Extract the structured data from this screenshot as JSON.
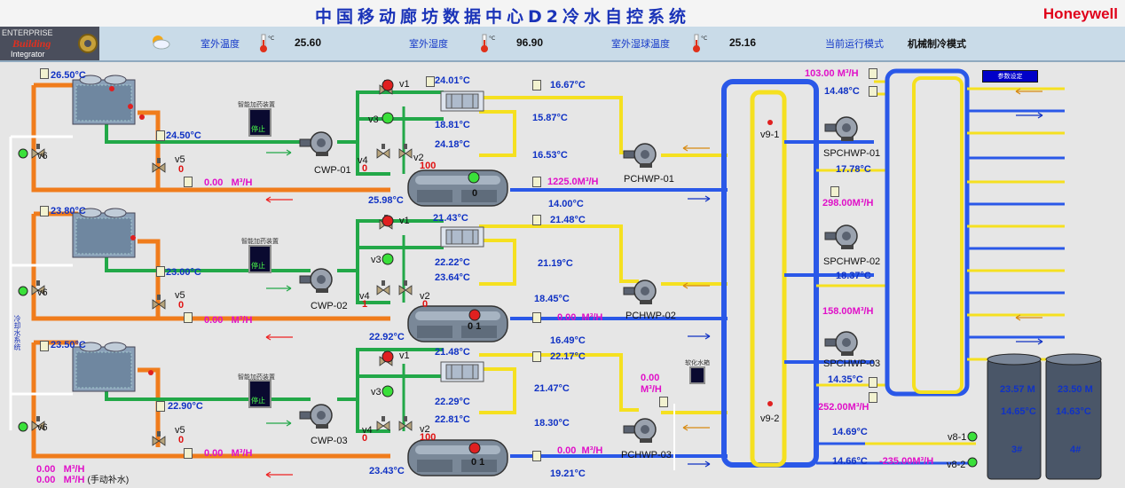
{
  "header": {
    "title": "中国移动廊坊数据中心D2冷水自控系统",
    "brand": "Honeywell",
    "logo": {
      "line1": "ENTERPRISE",
      "line2": "Building",
      "line3": "Integrator"
    }
  },
  "infobar": {
    "outdoor_temp_label": "室外温度",
    "outdoor_temp": "25.60",
    "outdoor_humidity_label": "室外湿度",
    "outdoor_humidity": "96.90",
    "wet_bulb_label": "室外湿球温度",
    "wet_bulb": "25.16",
    "mode_label": "当前运行模式",
    "mode": "机械制冷模式",
    "unit_c": "°C"
  },
  "units": {
    "degC": "°C",
    "flow": "M³/H",
    "C_short": "°C"
  },
  "chillers": [
    {
      "tower_temp": "26.50",
      "cw_supply_temp": "24.50",
      "v5_state": "0",
      "cw_flow": "0.00",
      "v3_label": "v3",
      "v1_label": "v1",
      "v2_label": "v2",
      "v4_label": "v4",
      "v5_label": "v5",
      "v6_label": "v6",
      "v1_temp": "24.01",
      "v3_temp": "18.81",
      "v2_temp": "24.18",
      "v4_state": "0",
      "v2_state": "100",
      "chiller_state": "0",
      "cw_return_temp": "25.98",
      "chw_temp_1": "16.67",
      "chw_temp_2": "15.87",
      "chw_temp_3": "16.53",
      "chw_flow": "1225.0",
      "chw_return_temp": "14.00",
      "pump": "CWP-01",
      "chw_pump": "PCHWP-01",
      "ctrl_label": "智能加药装置",
      "ctrl_state": "停止"
    },
    {
      "tower_temp": "23.80",
      "cw_supply_temp": "23.00",
      "v5_state": "0",
      "cw_flow": "0.00",
      "v3_label": "v3",
      "v1_label": "v1",
      "v2_label": "v2",
      "v4_label": "v4",
      "v5_label": "v5",
      "v6_label": "v6",
      "v1_temp": "21.43",
      "v3_temp": "22.22",
      "v2_temp": "23.64",
      "v4_state": "1",
      "v2_state": "0",
      "chiller_state": "0 1",
      "cw_return_temp": "22.92",
      "chw_temp_1": "21.48",
      "chw_temp_2": "21.19",
      "chw_temp_3": "18.45",
      "chw_flow": "0.00",
      "chw_return_temp": "16.49",
      "pump": "CWP-02",
      "chw_pump": "PCHWP-02",
      "ctrl_label": "智能加药装置",
      "ctrl_state": "停止"
    },
    {
      "tower_temp": "23.50",
      "cw_supply_temp": "22.90",
      "v5_state": "0",
      "cw_flow": "0.00",
      "v3_label": "v3",
      "v1_label": "v1",
      "v2_label": "v2",
      "v4_label": "v4",
      "v5_label": "v5",
      "v6_label": "v6",
      "v1_temp": "21.48",
      "v3_temp": "22.29",
      "v2_temp": "22.81",
      "v4_state": "0",
      "v2_state": "100",
      "chiller_state": "0 1",
      "cw_return_temp": "23.43",
      "chw_temp_1": "22.17",
      "chw_temp_2": "21.47",
      "chw_temp_3": "18.30",
      "chw_flow": "0.00",
      "chw_return_temp": "19.21",
      "pump": "CWP-03",
      "chw_pump": "PCHWP-03",
      "ctrl_label": "智能加药装置",
      "ctrl_state": "停止"
    }
  ],
  "makeup": {
    "flow1": "0.00",
    "flow2": "0.00",
    "note": "(手动补水)"
  },
  "side_label": "冷却水系统",
  "soft_water": {
    "label": "软化水箱",
    "flow": "0.00"
  },
  "valves9": {
    "v9_1": "v9-1",
    "v9_2": "v9-2"
  },
  "secondary": {
    "flow_top": "103.00",
    "temp_top": "14.48",
    "pumps": [
      {
        "name": "SPCHWP-01",
        "temp": "17.78",
        "flow": "298.00"
      },
      {
        "name": "SPCHWP-02",
        "temp": "18.37",
        "flow": "158.00"
      },
      {
        "name": "SPCHWP-03",
        "temp": "14.35",
        "flow": "252.00"
      }
    ],
    "temp_bottom1": "14.69",
    "temp_bottom2": "14.66",
    "flow_bottom": "-235.00",
    "setup_button": "参数设定"
  },
  "tanks": [
    {
      "level": "23.57",
      "unit": "M",
      "temp": "14.65",
      "name": "3#",
      "valve": "v8-1"
    },
    {
      "level": "23.50",
      "unit": "M",
      "temp": "14.63",
      "name": "4#",
      "valve": "v8-2"
    }
  ],
  "colors": {
    "cw_pipe": "#f07c1c",
    "cw_supply": "#22a848",
    "chw_pipe": "#f5e020",
    "chw_return": "#2a58e8",
    "header": "#c9dbe8",
    "title": "#1a33b8"
  }
}
